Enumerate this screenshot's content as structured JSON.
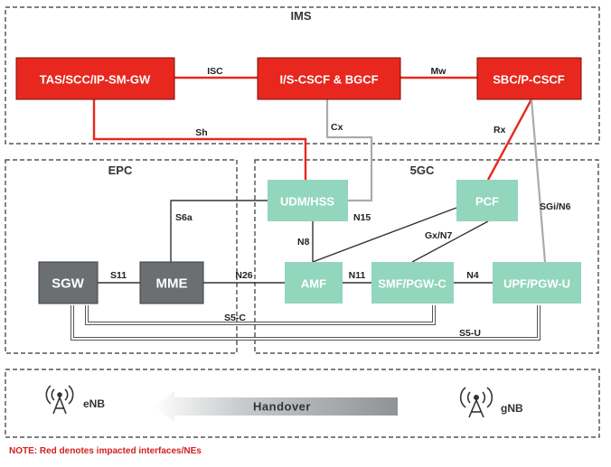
{
  "regions": {
    "ims": "IMS",
    "epc": "EPC",
    "fivegc": "5GC"
  },
  "nodes": {
    "tas": "TAS/SCC/IP-SM-GW",
    "iscscf": "I/S-CSCF & BGCF",
    "sbc": "SBC/P-CSCF",
    "udm": "UDM/HSS",
    "pcf": "PCF",
    "sgw": "SGW",
    "mme": "MME",
    "amf": "AMF",
    "smf": "SMF/PGW-C",
    "upf": "UPF/PGW-U"
  },
  "interfaces": {
    "isc": "ISC",
    "mw": "Mw",
    "sh": "Sh",
    "cx": "Cx",
    "rx": "Rx",
    "s6a": "S6a",
    "n15": "N15",
    "n8": "N8",
    "gxn7": "Gx/N7",
    "sgin6": "SGi/N6",
    "s11": "S11",
    "n26": "N26",
    "n11": "N11",
    "n4": "N4",
    "s5c": "S5-C",
    "s5u": "S5-U"
  },
  "ran": {
    "enb": "eNB",
    "gnb": "gNB",
    "handover": "Handover"
  },
  "note": "NOTE: Red denotes impacted interfaces/NEs",
  "colors": {
    "impacted": "#e8281e",
    "fivegc_node": "#92d6bd",
    "epc_node": "#6b6f72"
  },
  "icons": [
    "antenna-icon",
    "arrow-left-icon"
  ]
}
